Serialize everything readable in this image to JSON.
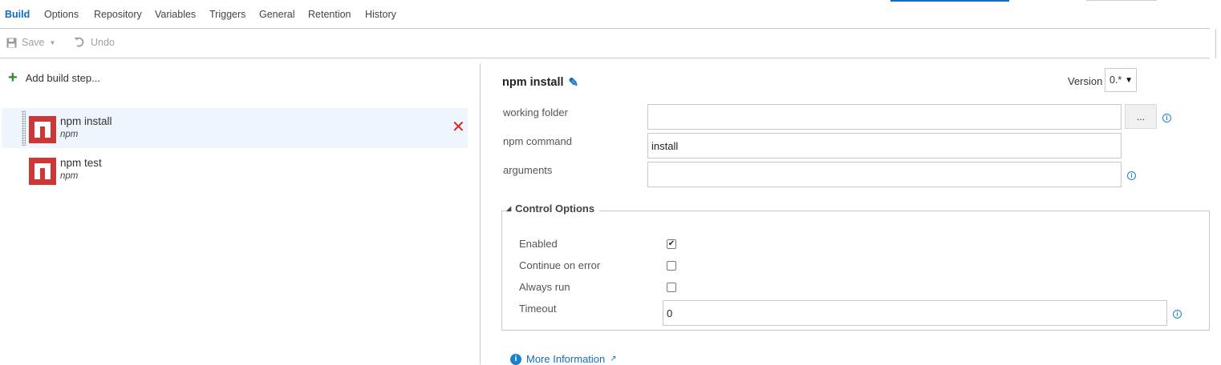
{
  "tabs": [
    "Build",
    "Options",
    "Repository",
    "Variables",
    "Triggers",
    "General",
    "Retention",
    "History"
  ],
  "toolbar": {
    "save_label": "Save",
    "undo_label": "Undo"
  },
  "left_panel": {
    "add_step_label": "Add build step...",
    "steps": [
      {
        "name": "npm install",
        "type": "npm",
        "selected": true
      },
      {
        "name": "npm test",
        "type": "npm",
        "selected": false
      }
    ]
  },
  "task": {
    "title": "npm install",
    "version_label": "Version",
    "version_value": "0.*",
    "fields": {
      "working_folder_label": "working folder",
      "working_folder_value": "",
      "browse_label": "...",
      "npm_command_label": "npm command",
      "npm_command_value": "install",
      "arguments_label": "arguments",
      "arguments_value": ""
    },
    "control_options": {
      "title": "Control Options",
      "enabled_label": "Enabled",
      "enabled": true,
      "continue_on_error_label": "Continue on error",
      "continue_on_error": false,
      "always_run_label": "Always run",
      "always_run": false,
      "timeout_label": "Timeout",
      "timeout_value": "0"
    },
    "more_info_label": "More Information"
  },
  "colors": {
    "accent": "#106ebe",
    "npm_red": "#cb3837",
    "delete_red": "#e0201b",
    "add_green": "#2b8a2b"
  }
}
